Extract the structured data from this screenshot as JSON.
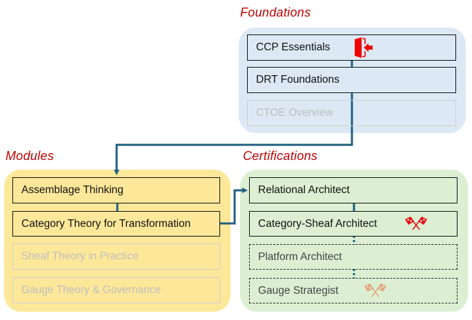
{
  "colors": {
    "title": "#c00000",
    "connector": "#1f5f80",
    "foundations_bg": "#dce9f5",
    "modules_bg": "#fde89a",
    "certifications_bg": "#dcefd3"
  },
  "foundations": {
    "title": "Foundations",
    "items": [
      {
        "label": "CCP Essentials",
        "state": "active",
        "icon": "exit-door-icon"
      },
      {
        "label": "DRT Foundations",
        "state": "active"
      },
      {
        "label": "CTOE Overview",
        "state": "faded"
      }
    ]
  },
  "modules": {
    "title": "Modules",
    "items": [
      {
        "label": "Assemblage Thinking",
        "state": "active"
      },
      {
        "label": "Category Theory for Transformation",
        "state": "active"
      },
      {
        "label": "Sheaf Theory in Practice",
        "state": "faded"
      },
      {
        "label": "Gauge Theory & Governance",
        "state": "faded"
      }
    ]
  },
  "certifications": {
    "title": "Certifications",
    "items": [
      {
        "label": "Relational Architect",
        "state": "active"
      },
      {
        "label": "Category-Sheaf Architect",
        "state": "active",
        "icon": "checkered-flags-icon"
      },
      {
        "label": "Platform Architect",
        "state": "planned"
      },
      {
        "label": "Gauge Strategist",
        "state": "planned",
        "icon": "checkered-flags-icon"
      }
    ]
  }
}
